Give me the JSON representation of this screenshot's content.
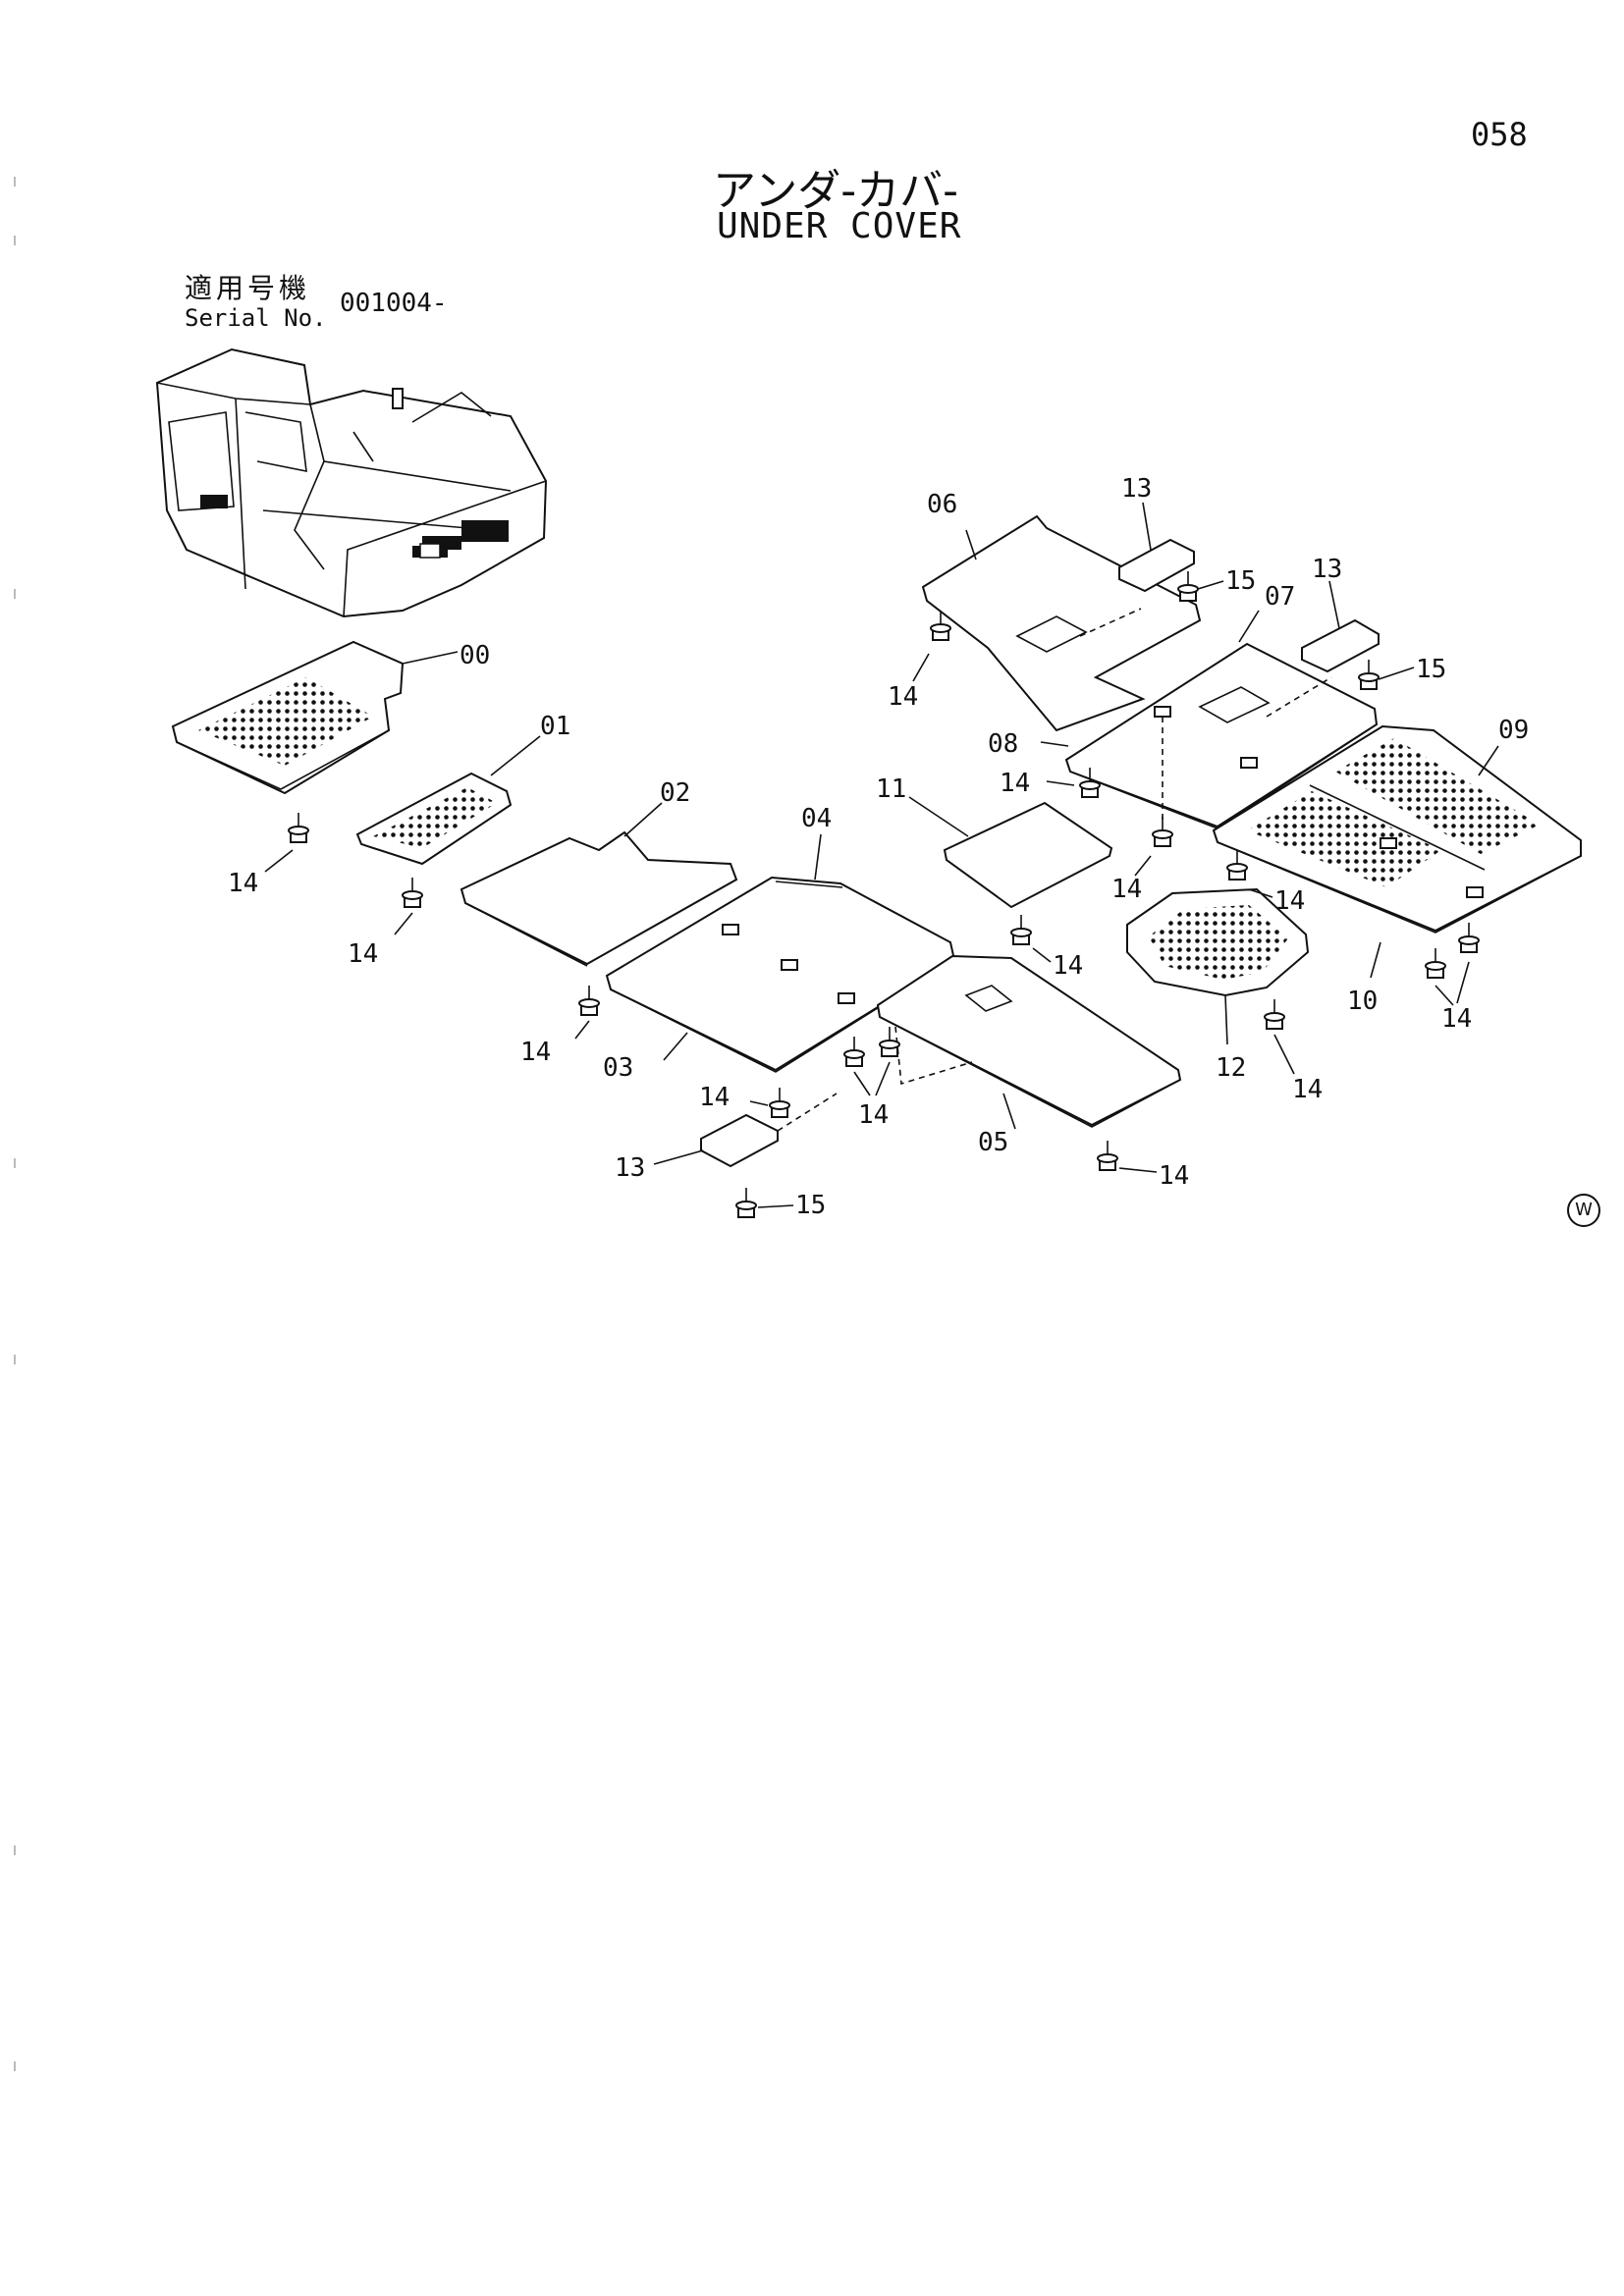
{
  "page_number": "058",
  "title_jp": "アンダ-カバ-",
  "title_en": "UNDER COVER",
  "serial_label_jp": "適用号機",
  "serial_label_en": "Serial No.",
  "serial_value": "001004-",
  "watermark": "W",
  "callouts": {
    "c00": "00",
    "c01": "01",
    "c02": "02",
    "c03": "03",
    "c04": "04",
    "c05": "05",
    "c06": "06",
    "c07": "07",
    "c08": "08",
    "c09": "09",
    "c10": "10",
    "c11": "11",
    "c12": "12",
    "c13": "13",
    "c14": "14",
    "c15": "15"
  }
}
